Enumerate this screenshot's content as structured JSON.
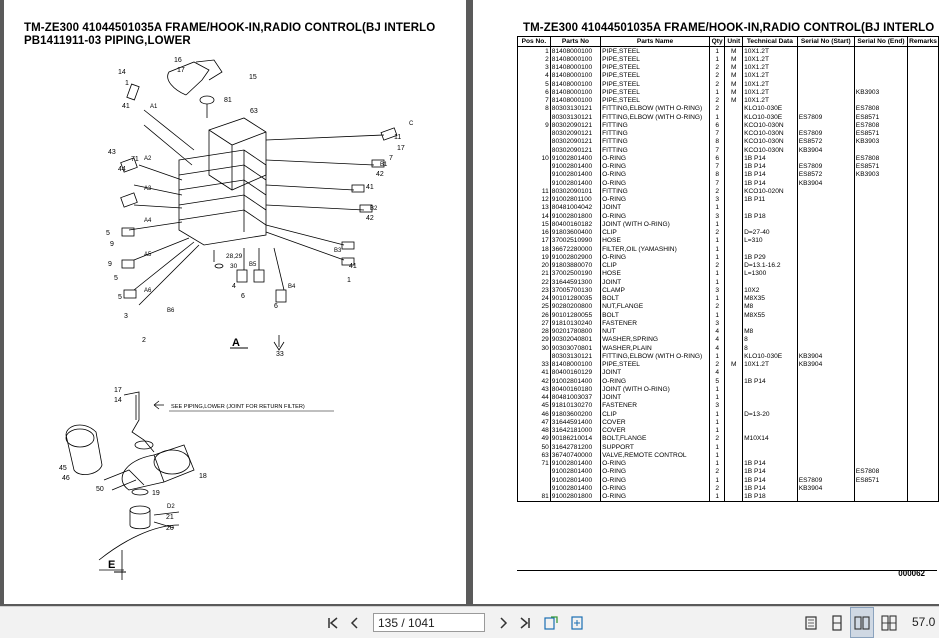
{
  "left_page": {
    "title_line1": "TM-ZE300 41044501035A FRAME/HOOK-IN,RADIO CONTROL(BJ INTERLO",
    "title_line2": "PB1411911-03 PIPING,LOWER",
    "view_a": "A",
    "view_e": "E",
    "note_text": "SEE PIPING,LOWER (JOINT FOR RETURN FILTER)",
    "callouts_a": [
      "14",
      "16",
      "17",
      "15",
      "1",
      "81",
      "63",
      "41",
      "A1",
      "C",
      "11",
      "17",
      "43",
      "71",
      "A2",
      "B1",
      "7",
      "44",
      "42",
      "41",
      "A3",
      "B2",
      "42",
      "5",
      "A4",
      "9",
      "A5",
      "28,29",
      "30",
      "B3",
      "41",
      "1",
      "9",
      "B5",
      "B4",
      "6",
      "4",
      "5",
      "A6",
      "5",
      "B6",
      "6",
      "3",
      "2",
      "33"
    ],
    "callouts_e": [
      "17",
      "14",
      "45",
      "46",
      "18",
      "50",
      "19",
      "D2",
      "21",
      "20"
    ]
  },
  "right_page": {
    "title": "TM-ZE300 41044501035A FRAME/HOOK-IN,RADIO CONTROL(BJ INTERLO",
    "headers": [
      "Pos No.",
      "Parts No",
      "Parts Name",
      "Qty",
      "Unit",
      "Technical Data",
      "Serial No (Start)",
      "Serial No (End)",
      "Remarks"
    ],
    "rows": [
      [
        "1",
        "81408000100",
        "PIPE,STEEL",
        "1",
        "M",
        "10X1.2T",
        "",
        "",
        ""
      ],
      [
        "2",
        "81408000100",
        "PIPE,STEEL",
        "1",
        "M",
        "10X1.2T",
        "",
        "",
        ""
      ],
      [
        "3",
        "81408000100",
        "PIPE,STEEL",
        "2",
        "M",
        "10X1.2T",
        "",
        "",
        ""
      ],
      [
        "4",
        "81408000100",
        "PIPE,STEEL",
        "2",
        "M",
        "10X1.2T",
        "",
        "",
        ""
      ],
      [
        "5",
        "81408000100",
        "PIPE,STEEL",
        "2",
        "M",
        "10X1.2T",
        "",
        "",
        ""
      ],
      [
        "6",
        "81408000100",
        "PIPE,STEEL",
        "1",
        "M",
        "10X1.2T",
        "",
        "KB3903",
        ""
      ],
      [
        "7",
        "81408000100",
        "PIPE,STEEL",
        "2",
        "M",
        "10X1.2T",
        "",
        "",
        ""
      ],
      [
        "8",
        "80303130121",
        "FITTING,ELBOW (WITH O-RING)",
        "2",
        "",
        "KLO10-030E",
        "",
        "ES7808",
        ""
      ],
      [
        "",
        "80303130121",
        "FITTING,ELBOW (WITH O-RING)",
        "1",
        "",
        "KLO10-030E",
        "ES7809",
        "ES8571",
        ""
      ],
      [
        "9",
        "80302090121",
        "FITTING",
        "6",
        "",
        "KCO10-030N",
        "",
        "ES7808",
        ""
      ],
      [
        "",
        "80302090121",
        "FITTING",
        "7",
        "",
        "KCO10-030N",
        "ES7809",
        "ES8571",
        ""
      ],
      [
        "",
        "80302090121",
        "FITTING",
        "8",
        "",
        "KCO10-030N",
        "ES8572",
        "KB3903",
        ""
      ],
      [
        "",
        "80302090121",
        "FITTING",
        "7",
        "",
        "KCO10-030N",
        "KB3904",
        "",
        ""
      ],
      [
        "10",
        "91002801400",
        "O-RING",
        "6",
        "",
        "1B P14",
        "",
        "ES7808",
        ""
      ],
      [
        "",
        "91002801400",
        "O-RING",
        "7",
        "",
        "1B P14",
        "ES7809",
        "ES8571",
        ""
      ],
      [
        "",
        "91002801400",
        "O-RING",
        "8",
        "",
        "1B P14",
        "ES8572",
        "KB3903",
        ""
      ],
      [
        "",
        "91002801400",
        "O-RING",
        "7",
        "",
        "1B P14",
        "KB3904",
        "",
        ""
      ],
      [
        "11",
        "80302090101",
        "FITTING",
        "2",
        "",
        "KCO10-020N",
        "",
        "",
        ""
      ],
      [
        "12",
        "91002801100",
        "O-RING",
        "3",
        "",
        "1B P11",
        "",
        "",
        ""
      ],
      [
        "13",
        "80481004042",
        "JOINT",
        "1",
        "",
        "",
        "",
        "",
        ""
      ],
      [
        "14",
        "91002801800",
        "O-RING",
        "3",
        "",
        "1B P18",
        "",
        "",
        ""
      ],
      [
        "15",
        "80400160182",
        "JOINT (WITH O-RING)",
        "1",
        "",
        "",
        "",
        "",
        ""
      ],
      [
        "16",
        "91803600400",
        "CLIP",
        "2",
        "",
        "D=27-40",
        "",
        "",
        ""
      ],
      [
        "17",
        "37002510990",
        "HOSE",
        "1",
        "",
        "L=310",
        "",
        "",
        ""
      ],
      [
        "18",
        "36672280000",
        "FILTER,OIL (YAMASHIN)",
        "1",
        "",
        "",
        "",
        "",
        ""
      ],
      [
        "19",
        "91002802900",
        "O-RING",
        "1",
        "",
        "1B P29",
        "",
        "",
        ""
      ],
      [
        "20",
        "91803880070",
        "CLIP",
        "2",
        "",
        "D=13.1-16.2",
        "",
        "",
        ""
      ],
      [
        "21",
        "37002500190",
        "HOSE",
        "1",
        "",
        "L=1300",
        "",
        "",
        ""
      ],
      [
        "22",
        "31644591300",
        "JOINT",
        "1",
        "",
        "",
        "",
        "",
        ""
      ],
      [
        "23",
        "37005700130",
        "CLAMP",
        "3",
        "",
        "10X2",
        "",
        "",
        ""
      ],
      [
        "24",
        "90101280035",
        "BOLT",
        "1",
        "",
        "M8X35",
        "",
        "",
        ""
      ],
      [
        "25",
        "90280200800",
        "NUT,FLANGE",
        "2",
        "",
        "M8",
        "",
        "",
        ""
      ],
      [
        "26",
        "90101280055",
        "BOLT",
        "1",
        "",
        "M8X55",
        "",
        "",
        ""
      ],
      [
        "27",
        "91810130240",
        "FASTENER",
        "3",
        "",
        "",
        "",
        "",
        ""
      ],
      [
        "28",
        "90201780800",
        "NUT",
        "4",
        "",
        "M8",
        "",
        "",
        ""
      ],
      [
        "29",
        "90302040801",
        "WASHER,SPRING",
        "4",
        "",
        "8",
        "",
        "",
        ""
      ],
      [
        "30",
        "90303070801",
        "WASHER,PLAIN",
        "4",
        "",
        "8",
        "",
        "",
        ""
      ],
      [
        "",
        "80303130121",
        "FITTING,ELBOW (WITH O-RING)",
        "1",
        "",
        "KLO10-030E",
        "KB3904",
        "",
        ""
      ],
      [
        "33",
        "81408000100",
        "PIPE,STEEL",
        "2",
        "M",
        "10X1.2T",
        "KB3904",
        "",
        ""
      ],
      [
        "41",
        "80400160129",
        "JOINT",
        "4",
        "",
        "",
        "",
        "",
        ""
      ],
      [
        "42",
        "91002801400",
        "O-RING",
        "5",
        "",
        "1B P14",
        "",
        "",
        ""
      ],
      [
        "43",
        "80400160180",
        "JOINT (WITH O-RING)",
        "1",
        "",
        "",
        "",
        "",
        ""
      ],
      [
        "44",
        "80481003037",
        "JOINT",
        "1",
        "",
        "",
        "",
        "",
        ""
      ],
      [
        "45",
        "91810130270",
        "FASTENER",
        "3",
        "",
        "",
        "",
        "",
        ""
      ],
      [
        "46",
        "91803600200",
        "CLIP",
        "1",
        "",
        "D=13-20",
        "",
        "",
        ""
      ],
      [
        "47",
        "31644591400",
        "COVER",
        "1",
        "",
        "",
        "",
        "",
        ""
      ],
      [
        "48",
        "31642181000",
        "COVER",
        "1",
        "",
        "",
        "",
        "",
        ""
      ],
      [
        "49",
        "90186210014",
        "BOLT,FLANGE",
        "2",
        "",
        "M10X14",
        "",
        "",
        ""
      ],
      [
        "50",
        "31642781200",
        "SUPPORT",
        "1",
        "",
        "",
        "",
        "",
        ""
      ],
      [
        "63",
        "36740740000",
        "VALVE,REMOTE CONTROL",
        "1",
        "",
        "",
        "",
        "",
        ""
      ],
      [
        "71",
        "91002801400",
        "O-RING",
        "1",
        "",
        "1B P14",
        "",
        "",
        ""
      ],
      [
        "",
        "91002801400",
        "O-RING",
        "2",
        "",
        "1B P14",
        "",
        "ES7808",
        ""
      ],
      [
        "",
        "91002801400",
        "O-RING",
        "1",
        "",
        "1B P14",
        "ES7809",
        "ES8571",
        ""
      ],
      [
        "",
        "91002801400",
        "O-RING",
        "2",
        "",
        "1B P14",
        "KB3904",
        "",
        ""
      ],
      [
        "81",
        "91002801800",
        "O-RING",
        "1",
        "",
        "1B P18",
        "",
        "",
        ""
      ]
    ],
    "page_code": "000062"
  },
  "toolbar": {
    "page_indicator": "135 / 1041",
    "zoom": "57.0"
  }
}
